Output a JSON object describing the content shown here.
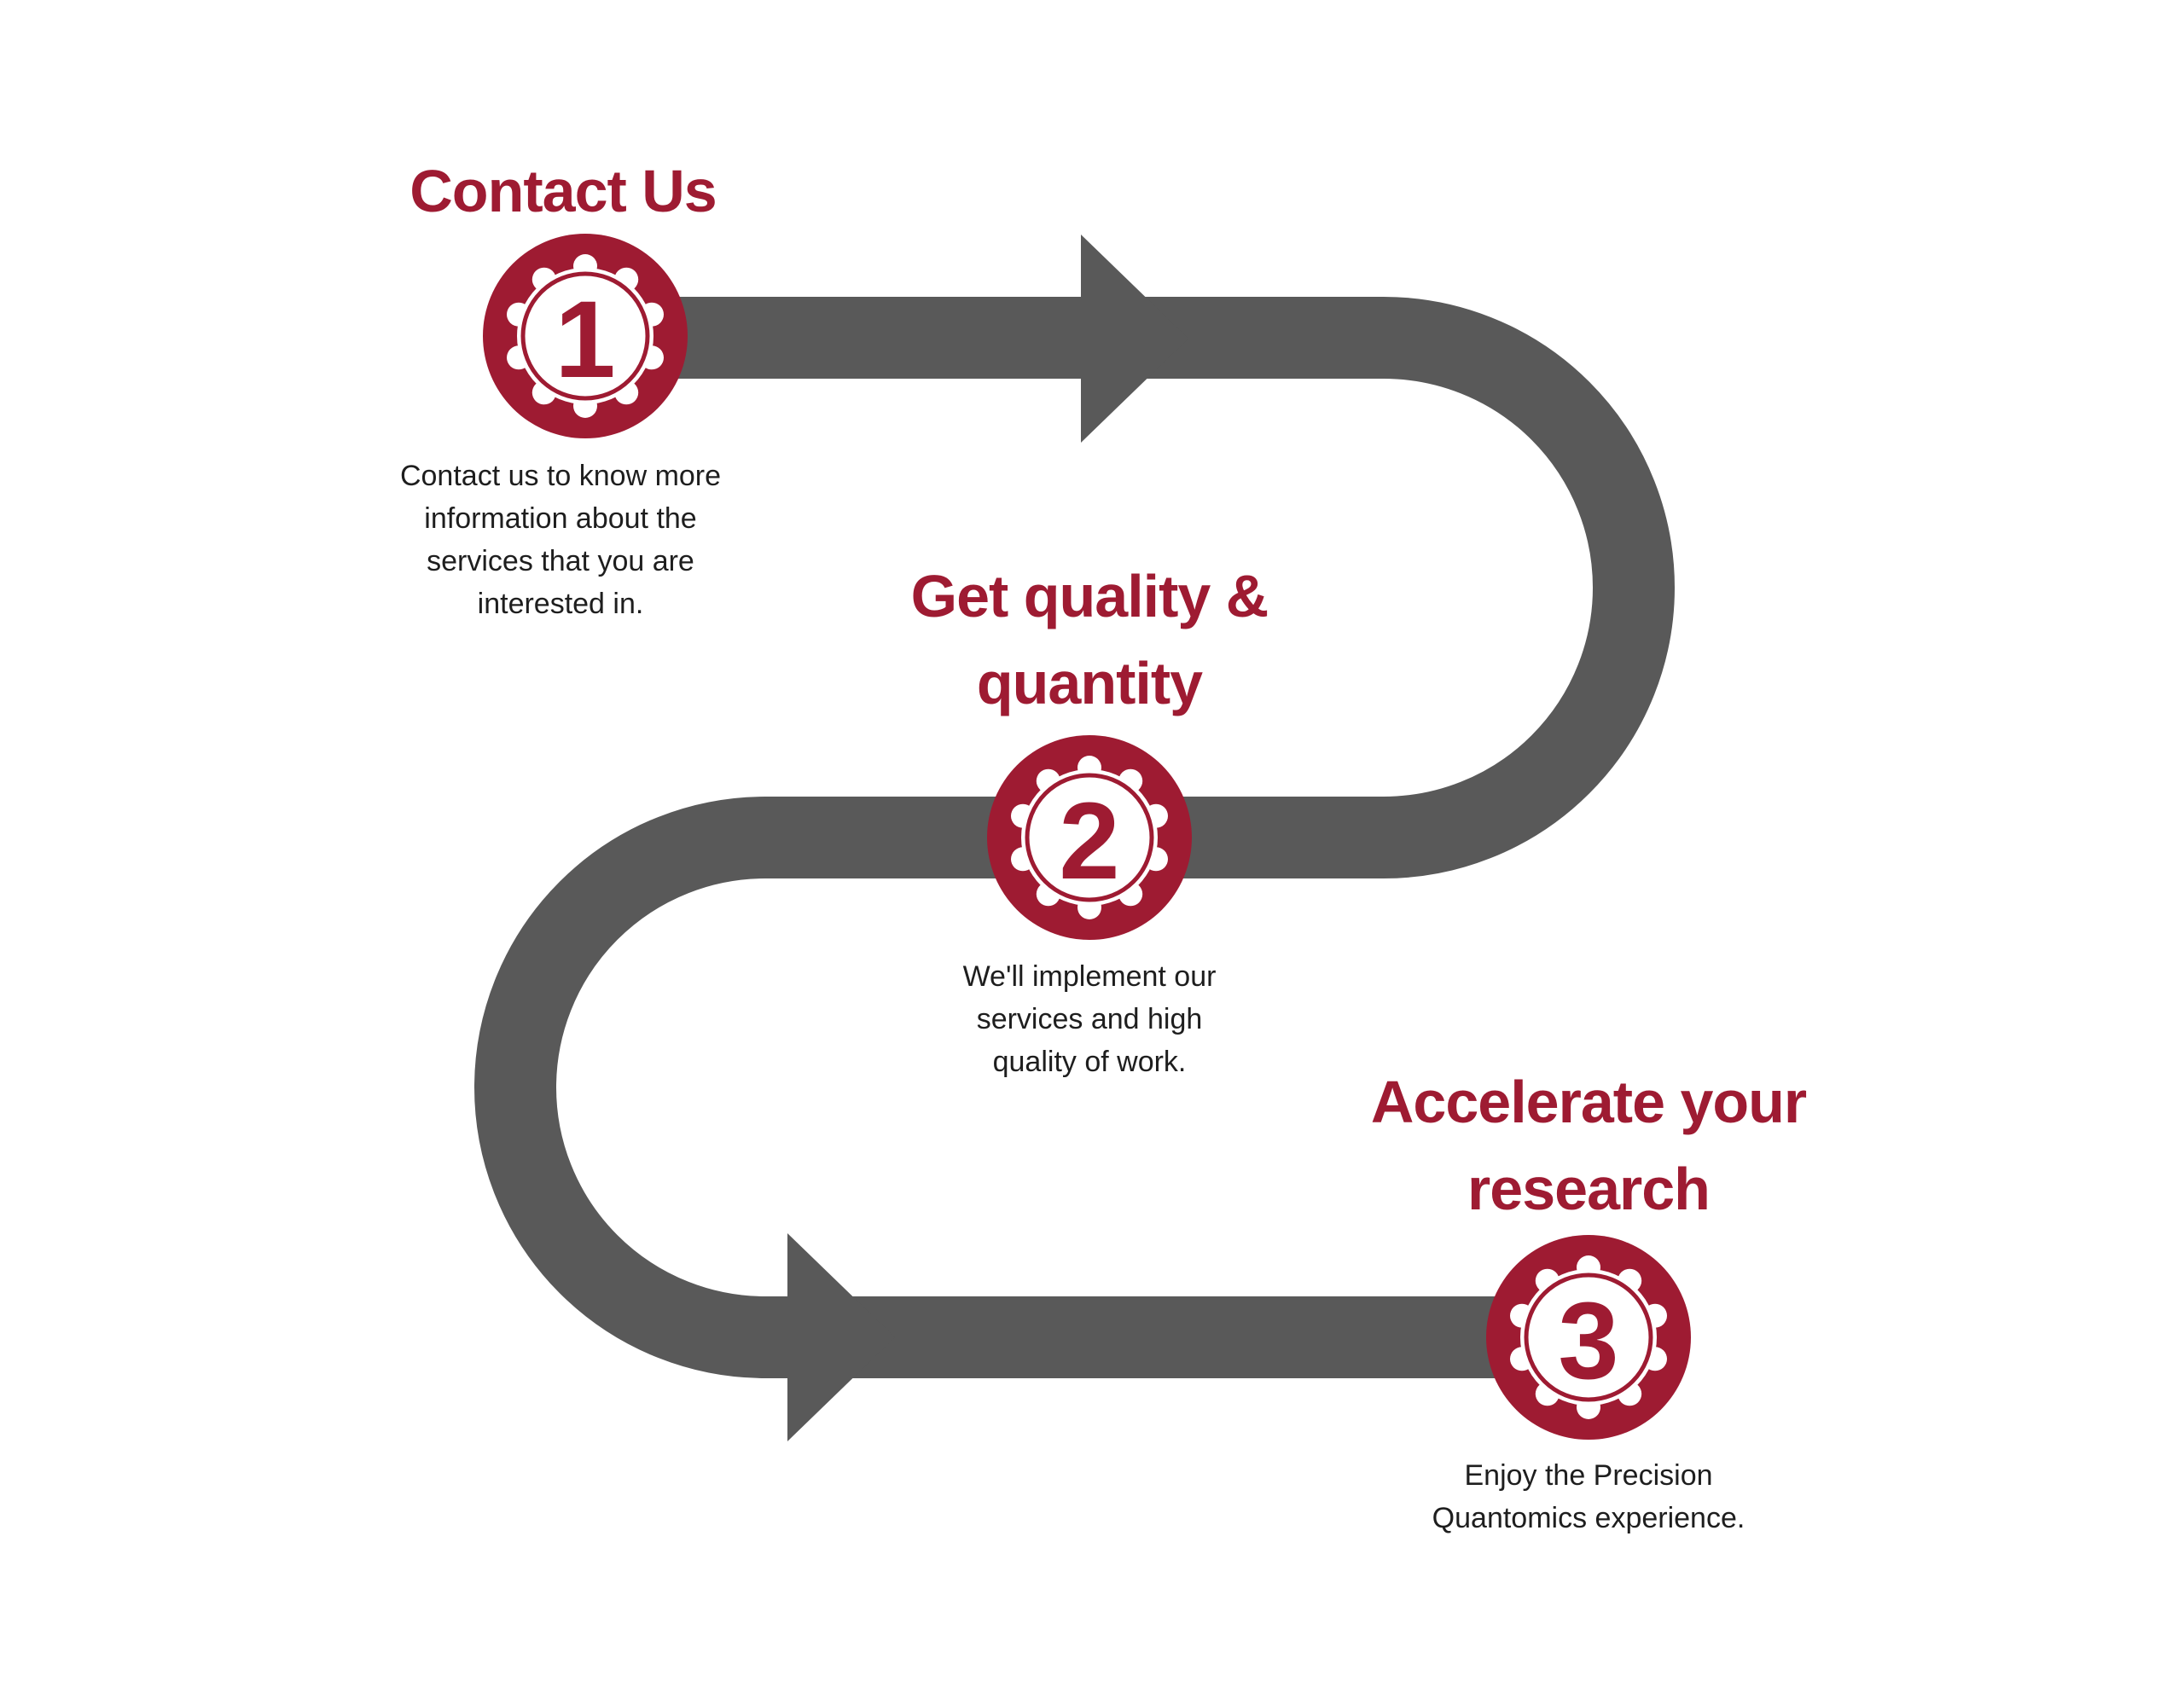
{
  "colors": {
    "background": "#ffffff",
    "accent_maroon": "#9e1b32",
    "path_gray": "#595959",
    "body_text": "#1e1e1e"
  },
  "flow": {
    "shape": "s-curve-process-path",
    "arrow_icons": [
      "arrow-right-icon",
      "arrow-right-icon"
    ]
  },
  "steps": [
    {
      "number": "1",
      "badge_icon": "rosette-seal-badge",
      "title_lines": [
        "Contact Us"
      ],
      "description_lines": [
        "Contact us to know more",
        "information about the",
        "services that you are",
        "interested in."
      ]
    },
    {
      "number": "2",
      "badge_icon": "rosette-seal-badge",
      "title_lines": [
        "Get quality &",
        "quantity"
      ],
      "description_lines": [
        "We'll implement our",
        "services and high",
        "quality of work."
      ]
    },
    {
      "number": "3",
      "badge_icon": "rosette-seal-badge",
      "title_lines": [
        "Accelerate your",
        "research"
      ],
      "description_lines": [
        "Enjoy the Precision",
        "Quantomics experience."
      ]
    }
  ]
}
